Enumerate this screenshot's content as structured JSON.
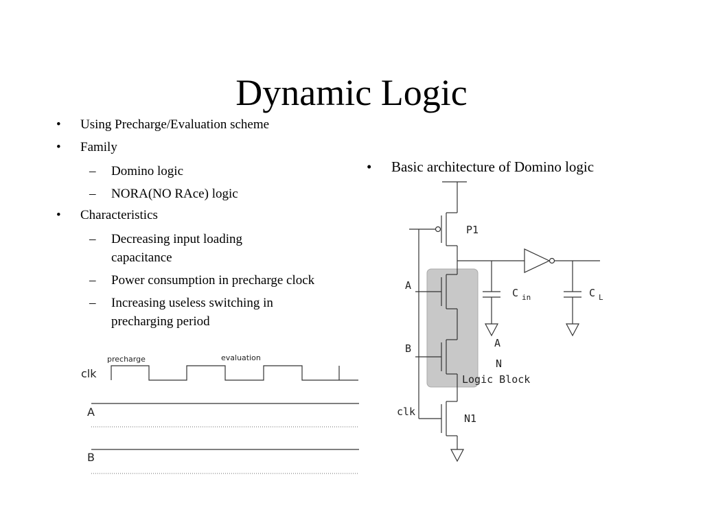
{
  "title": "Dynamic Logic",
  "bullets": [
    {
      "text": "Using Precharge/Evaluation scheme"
    },
    {
      "text": "Family",
      "sub": [
        "Domino logic",
        "NORA(NO RAce) logic"
      ]
    },
    {
      "text": "Characteristics",
      "sub": [
        "Decreasing  input loading capacitance",
        "Power consumption in precharge clock",
        "Increasing useless switching in precharging period"
      ]
    }
  ],
  "right_bullet": "Basic architecture of Domino logic",
  "timing": {
    "precharge": "precharge",
    "evaluation": "evaluation",
    "clk": "clk",
    "a": "A",
    "b": "B"
  },
  "circuit": {
    "p1": "P1",
    "n1": "N1",
    "input_a": "A",
    "input_b": "B",
    "clk": "clk",
    "cin_base": "C",
    "cin_sub": "in",
    "cl_base": "C",
    "cl_sub": "L",
    "and_a": "A",
    "and_n": "N",
    "logic_block": "Logic Block"
  }
}
